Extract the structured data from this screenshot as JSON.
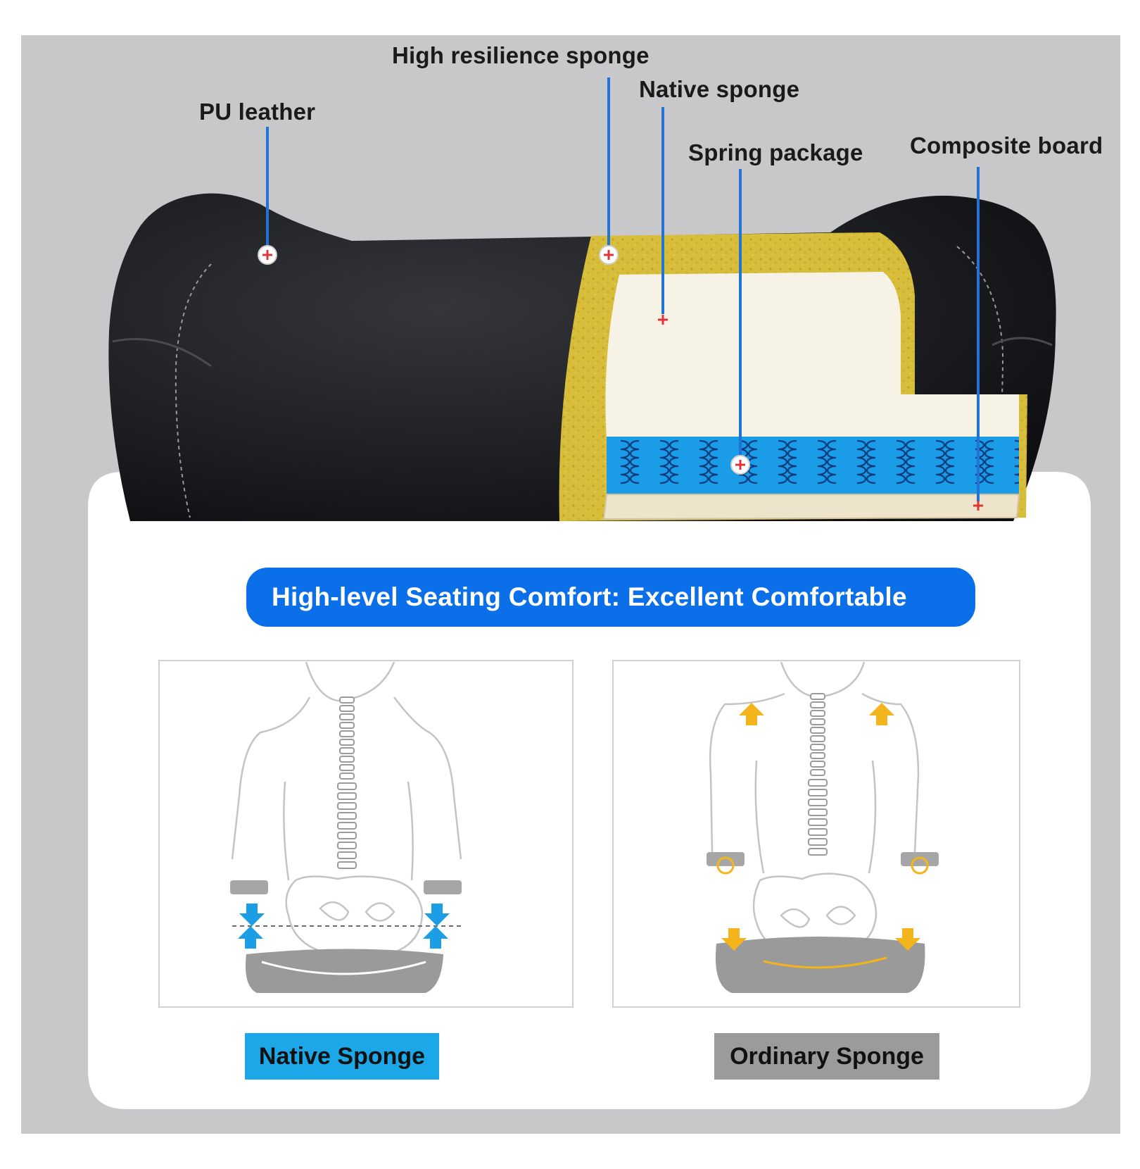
{
  "callouts": {
    "pu_leather": "PU leather",
    "high_resilience_sponge": "High resilience sponge",
    "native_sponge": "Native sponge",
    "spring_package": "Spring package",
    "composite_board": "Composite board"
  },
  "banner": {
    "text": "High-level Seating Comfort: Excellent Comfortable"
  },
  "comparison": {
    "left_caption": "Native Sponge",
    "right_caption": "Ordinary Sponge"
  },
  "colors": {
    "background_frame": "#c8c8ca",
    "cushion_leather": "#1c1d20",
    "high_resilience_sponge": "#d7bd3a",
    "native_sponge": "#f6f3e6",
    "spring_package": "#1a9ce6",
    "composite_board": "#eee3cb",
    "callout_line": "#1f74d6",
    "banner": "#0a6fe8",
    "native_caption": "#1ba7e8",
    "ordinary_caption": "#9b9b9b",
    "native_arrow": "#1b9ee6",
    "ordinary_arrow": "#f3b51b"
  }
}
